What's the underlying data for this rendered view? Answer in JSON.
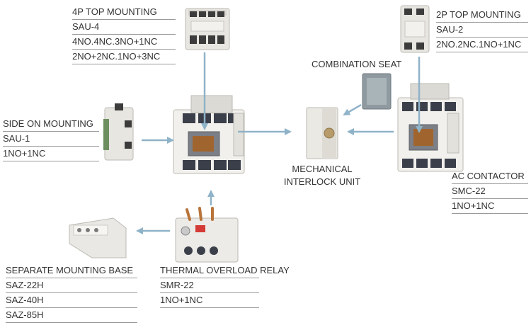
{
  "accent_color": "#8fb3c8",
  "labels": {
    "top4p": {
      "title": "4P TOP MOUNTING",
      "lines": [
        "SAU-4",
        "4NO.4NC.3NO+1NC",
        "2NO+2NC.1NO+3NC"
      ]
    },
    "top2p": {
      "title": "2P TOP MOUNTING",
      "lines": [
        "SAU-2",
        "2NO.2NC.1NO+1NC"
      ]
    },
    "side": {
      "title": "SIDE ON MOUNTING",
      "lines": [
        "SAU-1",
        "1NO+1NC"
      ]
    },
    "combination": {
      "title": "COMBINATION SEAT"
    },
    "interlock": {
      "line1": "MECHANICAL",
      "line2": "INTERLOCK UNIT"
    },
    "contactor": {
      "title": "AC CONTACTOR",
      "lines": [
        "SMC-22",
        "1NO+1NC"
      ]
    },
    "base": {
      "title": "SEPARATE MOUNTING BASE",
      "lines": [
        "SAZ-22H",
        "SAZ-40H",
        "SAZ-85H"
      ]
    },
    "thermal": {
      "title": "THERMAL OVERLOAD RELAY",
      "lines": [
        "SMR-22",
        "1NO+1NC"
      ]
    }
  }
}
